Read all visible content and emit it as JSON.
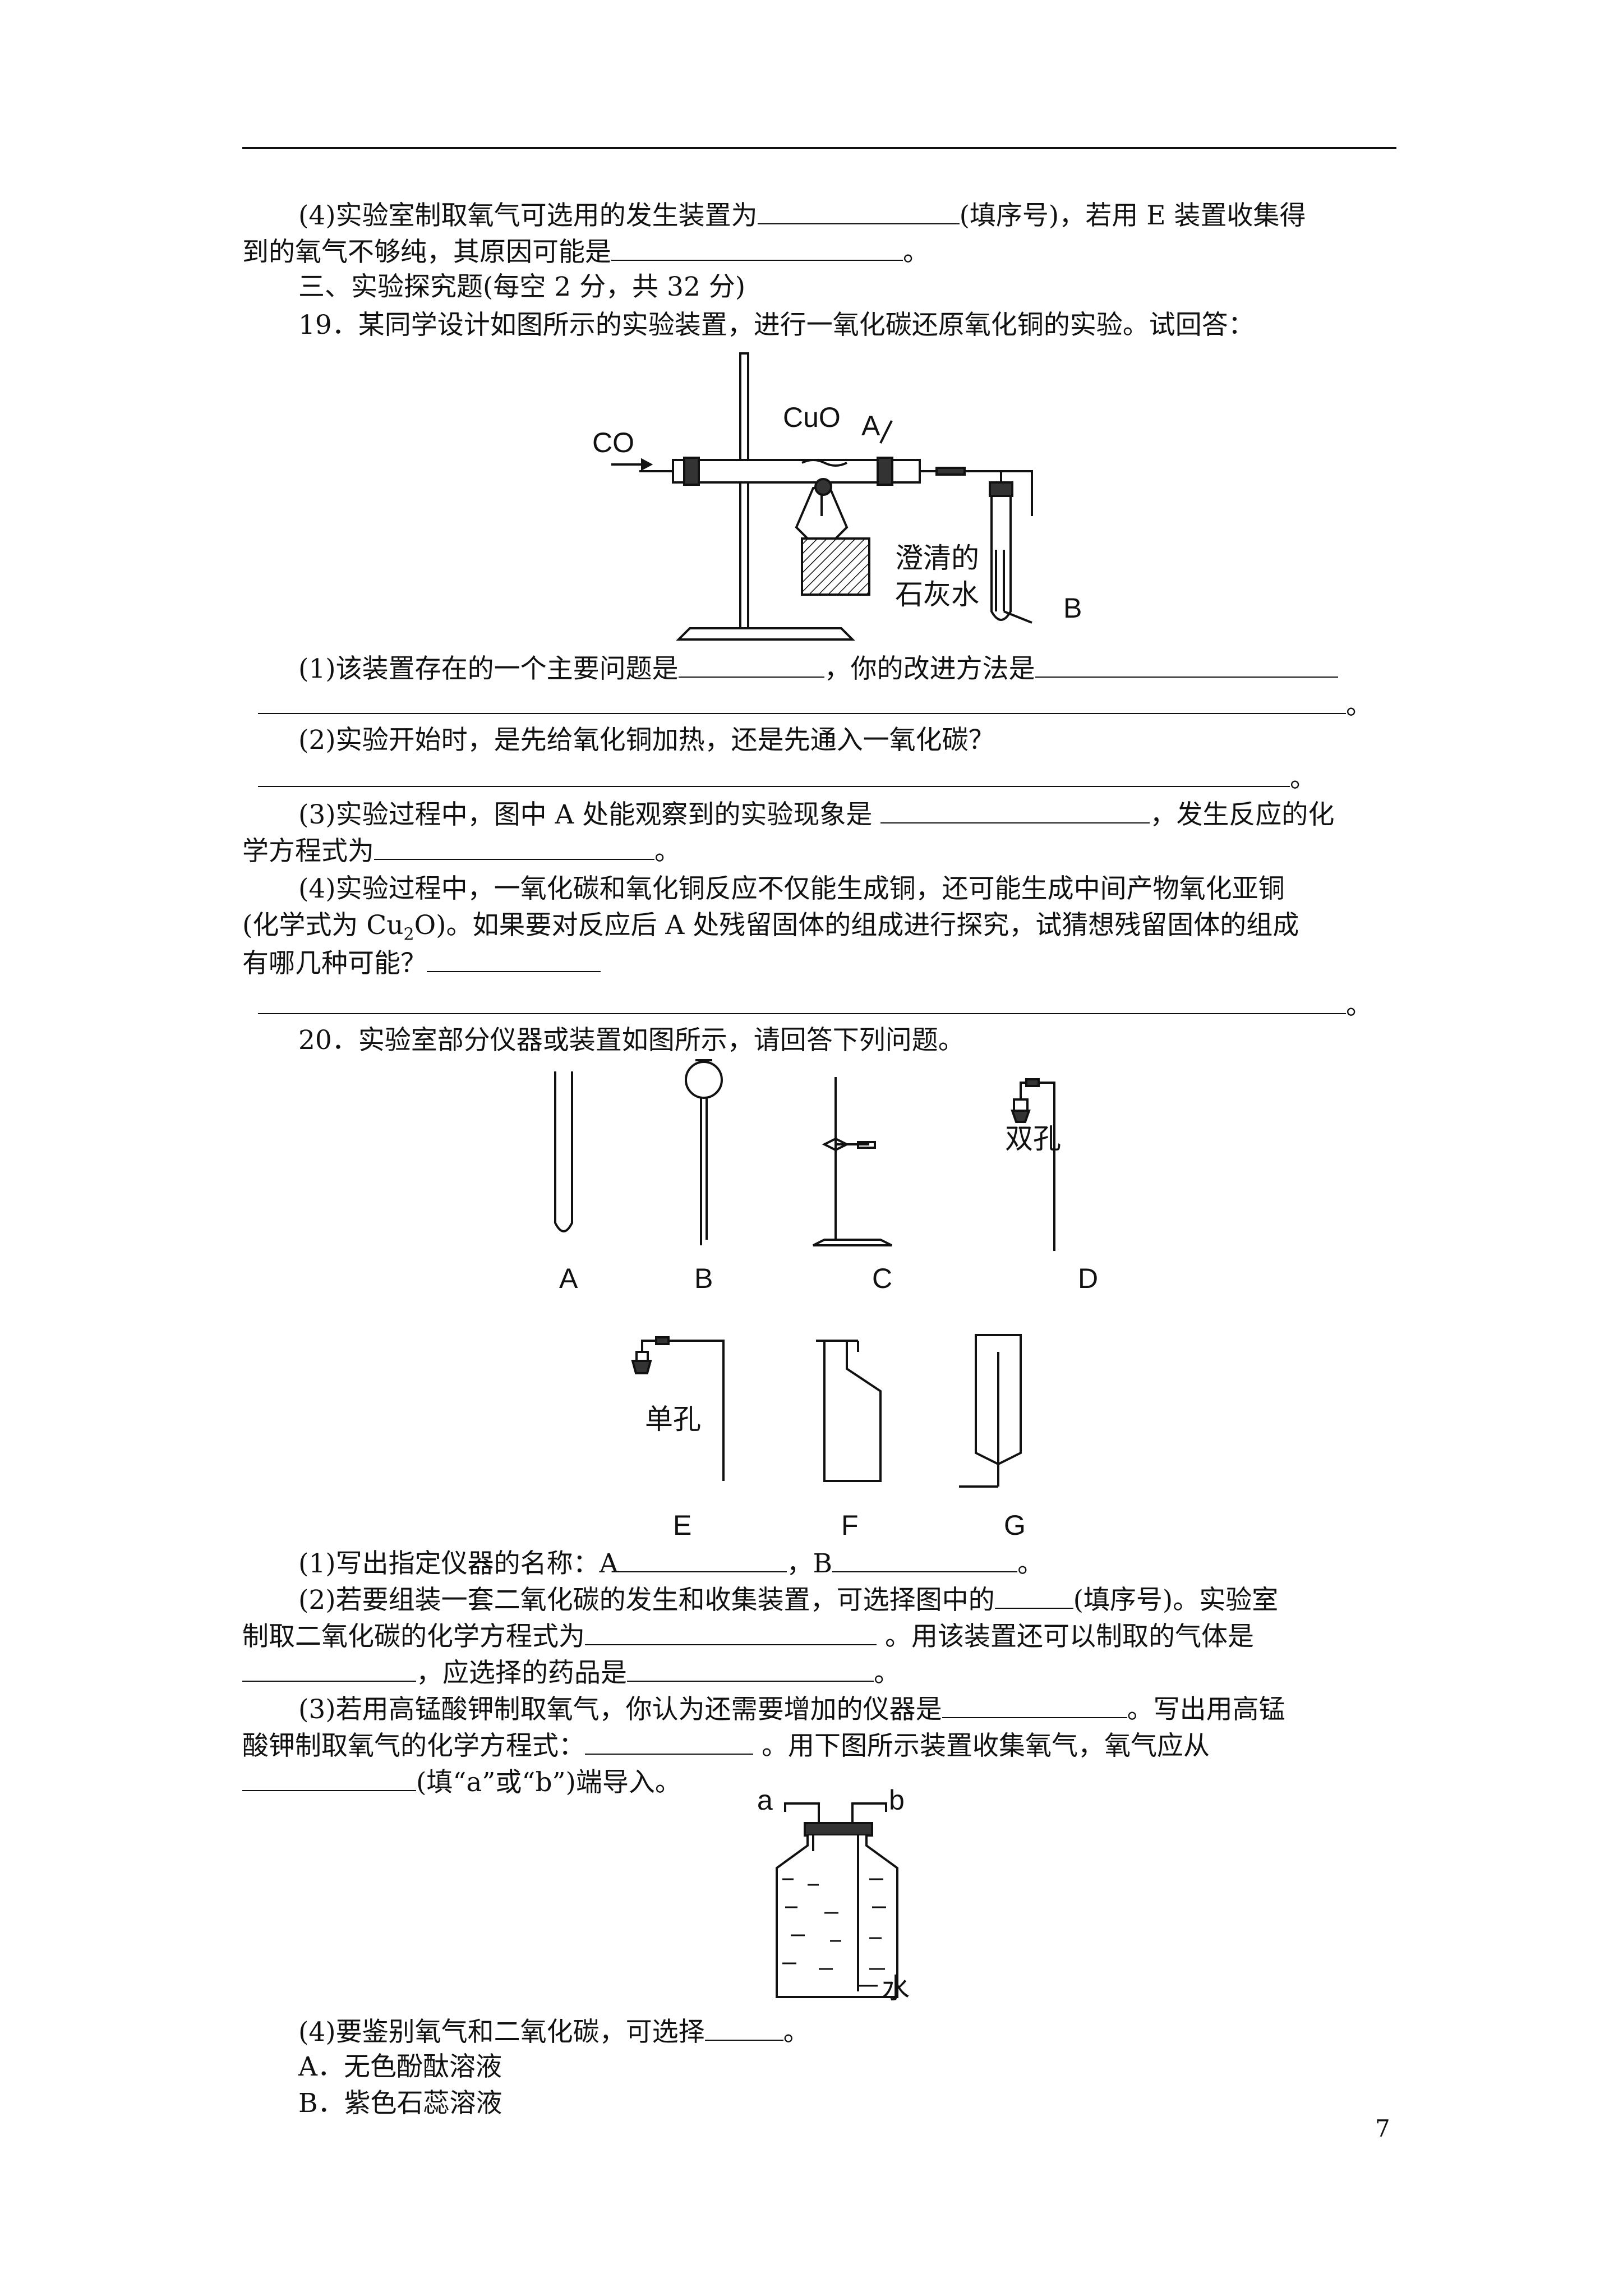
{
  "q18": {
    "line1a": "(4)实验室制取氧气可选用的发生装置为",
    "line1b": "(填序号)，若用 E 装置收集得",
    "line2a": "到的氧气不够纯，其原因可能是",
    "line2b": "。"
  },
  "section3": "三、实验探究题(每空 2 分，共 32 分)",
  "q19": {
    "stem": "19．某同学设计如图所示的实验装置，进行一氧化碳还原氧化铜的实验。试回答：",
    "figure": {
      "co": "CO",
      "cuo": "CuO",
      "a": "A",
      "limewater1": "澄清的",
      "limewater2": "石灰水",
      "b": "B"
    },
    "p1a": "(1)该装置存在的一个主要问题是",
    "p1b": "，你的改进方法是",
    "p1end": "。",
    "p2": "(2)实验开始时，是先给氧化铜加热，还是先通入一氧化碳？",
    "p2end": "。",
    "p3a": "(3)实验过程中，图中 A 处能观察到的实验现象是 ",
    "p3b": "，发生反应的化",
    "p3c": "学方程式为",
    "p3end": "。",
    "p4a": "(4)实验过程中，一氧化碳和氧化铜反应不仅能生成铜，还可能生成中间产物氧化亚铜",
    "p4b_pre": "(化学式为 Cu",
    "p4b_sub": "2",
    "p4b_post": "O)。如果要对反应后 A 处残留固体的组成进行探究，试猜想残留固体的组成",
    "p4c": "有哪几种可能？",
    "p4end": "。"
  },
  "q20": {
    "stem": "20．实验室部分仪器或装置如图所示，请回答下列问题。",
    "labels": [
      "A",
      "B",
      "C",
      "D",
      "E",
      "F",
      "G"
    ],
    "d_text": "双孔",
    "e_text": "单孔",
    "p1a": "(1)写出指定仪器的名称：A",
    "p1b": "，B",
    "p1end": "。",
    "p2a": "(2)若要组装一套二氧化碳的发生和收集装置，可选择图中的",
    "p2b": "(填序号)。实验室",
    "p2c": "制取二氧化碳的化学方程式为",
    "p2d": " 。用该装置还可以制取的气体是",
    "p2e": "，应选择的药品是",
    "p2end": "。",
    "p3a": "(3)若用高锰酸钾制取氧气，你认为还需要增加的仪器是",
    "p3b": "。写出用高锰",
    "p3c": "酸钾制取氧气的化学方程式：",
    "p3d": " 。用下图所示装置收集氧气，氧气应从",
    "p3e": "(填“a”或“b”)端导入。",
    "bottle": {
      "a": "a",
      "b": "b",
      "water": "水"
    },
    "p4": "(4)要鉴别氧气和二氧化碳，可选择",
    "p4end": "。",
    "optA": "A．无色酚酞溶液",
    "optB": "B．紫色石蕊溶液"
  },
  "page_number": "7"
}
